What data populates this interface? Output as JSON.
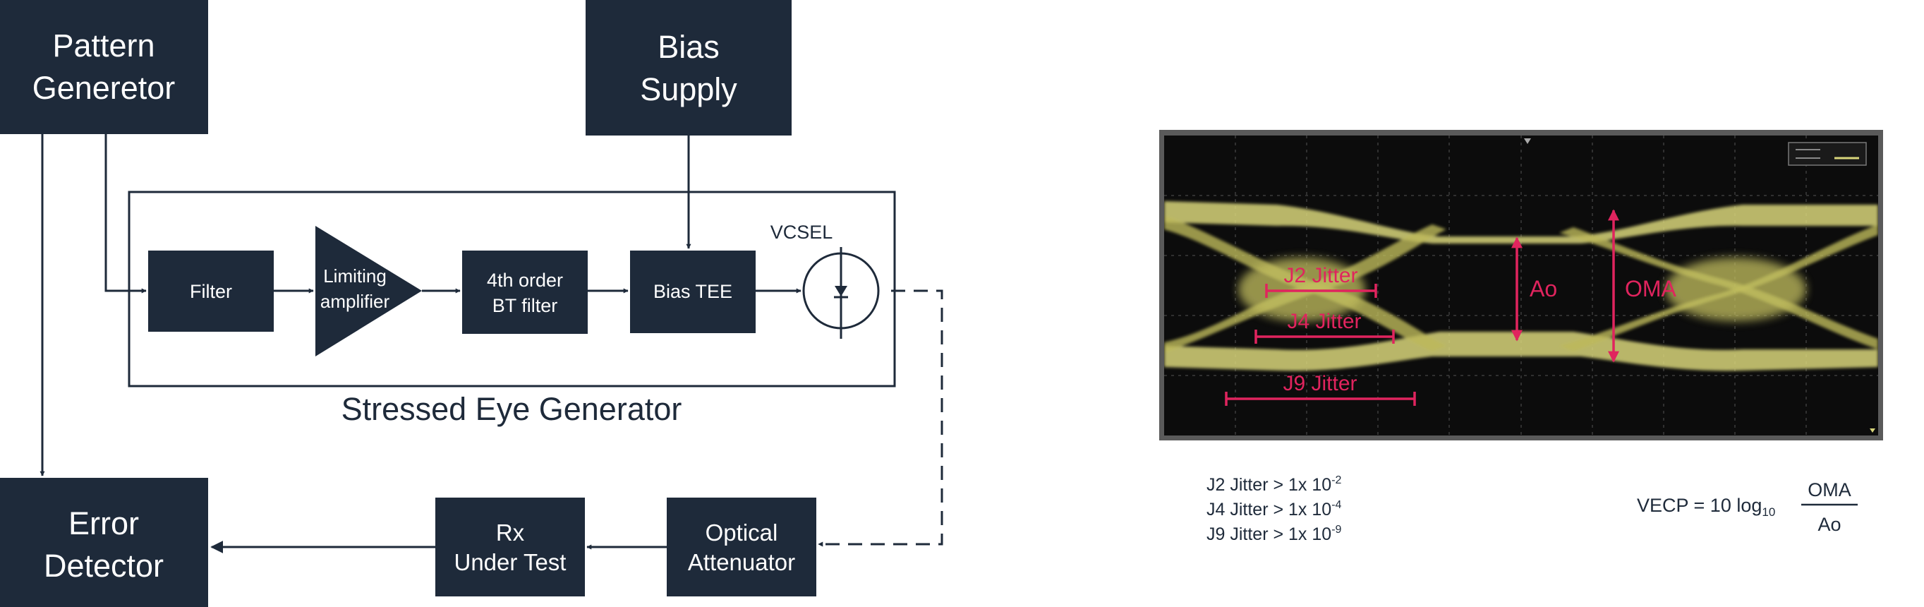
{
  "blocks": {
    "pattern_generator": [
      "Pattern",
      "Generetor"
    ],
    "bias_supply": [
      "Bias",
      "Supply"
    ],
    "filter": "Filter",
    "limiting_amplifier": [
      "Limiting",
      "amplifier"
    ],
    "bt_filter": [
      "4th order",
      "BT filter"
    ],
    "bias_tee": "Bias TEE",
    "vcsel": "VCSEL",
    "error_detector": [
      "Error",
      "Detector"
    ],
    "rx_under_test": [
      "Rx",
      "Under Test"
    ],
    "optical_attenuator": [
      "Optical",
      "Attenuator"
    ]
  },
  "stressed_eye_generator": "Stressed Eye Generator",
  "eye": {
    "labels": {
      "j2": "J2 Jitter",
      "j4": "J4 Jitter",
      "j9": "J9 Jitter",
      "ao": "Ao",
      "oma": "OMA"
    },
    "jitter_specs": [
      {
        "text": "J2 Jitter > 1x 10",
        "exp": "-2"
      },
      {
        "text": "J4 Jitter > 1x 10",
        "exp": "-4"
      },
      {
        "text": "J9 Jitter > 1x 10",
        "exp": "-9"
      }
    ],
    "formula": {
      "prefix": "VECP = 10 log",
      "sub": "10",
      "numerator": "OMA",
      "denominator": "Ao"
    }
  },
  "colors": {
    "block": "#1e2a3a",
    "annotation": "#e0245e",
    "eye_trace": "#d8d57a",
    "scope_bg": "#0c0c0c"
  }
}
